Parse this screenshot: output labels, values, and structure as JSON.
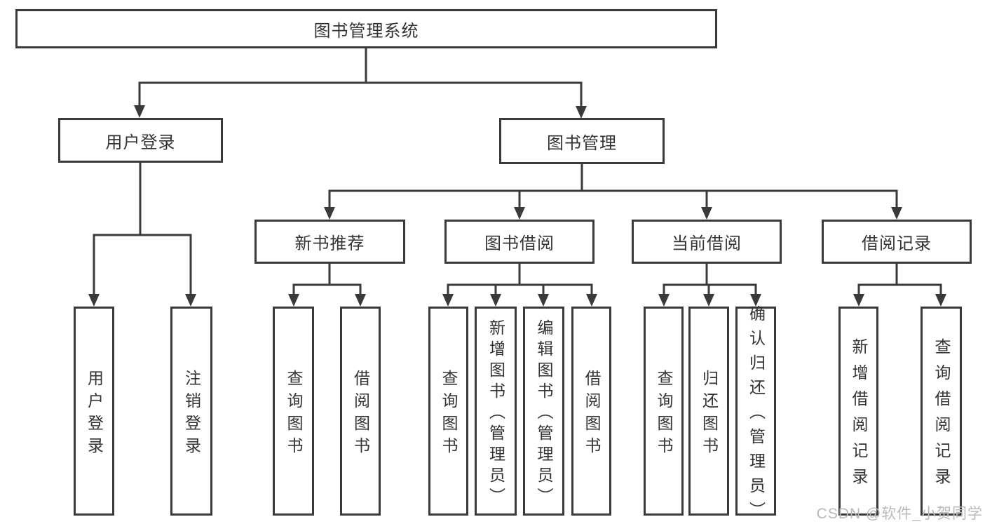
{
  "diagram": {
    "title": "图书管理系统",
    "level2": [
      {
        "label": "用户登录"
      },
      {
        "label": "图书管理"
      }
    ],
    "level3": [
      {
        "label": "新书推荐",
        "parent": "图书管理"
      },
      {
        "label": "图书借阅",
        "parent": "图书管理"
      },
      {
        "label": "当前借阅",
        "parent": "图书管理"
      },
      {
        "label": "借阅记录",
        "parent": "图书管理"
      }
    ],
    "level4": [
      {
        "label": "用户登录",
        "parent": "用户登录"
      },
      {
        "label": "注销登录",
        "parent": "用户登录"
      },
      {
        "label": "查询图书",
        "parent": "新书推荐"
      },
      {
        "label": "借阅图书",
        "parent": "新书推荐"
      },
      {
        "label": "查询图书",
        "parent": "图书借阅"
      },
      {
        "label": "新增图书（管理员）",
        "parent": "图书借阅"
      },
      {
        "label": "编辑图书（管理员）",
        "parent": "图书借阅"
      },
      {
        "label": "借阅图书",
        "parent": "图书借阅"
      },
      {
        "label": "查询图书",
        "parent": "当前借阅"
      },
      {
        "label": "归还图书",
        "parent": "当前借阅"
      },
      {
        "label": "确认归还（管理员）",
        "parent": "当前借阅"
      },
      {
        "label": "新增借阅记录",
        "parent": "借阅记录"
      },
      {
        "label": "查询借阅记录",
        "parent": "借阅记录"
      }
    ],
    "colors": {
      "line": "#3a3a3a",
      "text": "#333333",
      "box_background": "#ffffff",
      "watermark": "#b9b9b9"
    }
  },
  "watermark": {
    "text": "CSDN @软件_小贺同学"
  }
}
